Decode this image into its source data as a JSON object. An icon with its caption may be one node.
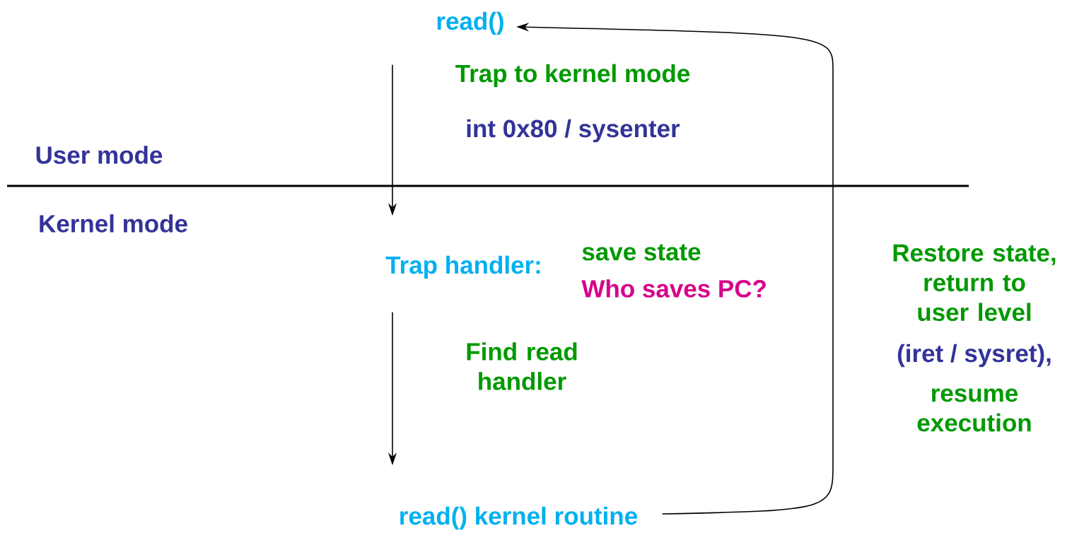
{
  "diagram": {
    "nodes": [
      {
        "text": [
          "read()"
        ]
      },
      {
        "text": [
          "Trap handler:"
        ],
        "beside": [
          "save state",
          "Who saves PC?"
        ]
      },
      {
        "text": [
          "read() kernel routine"
        ]
      }
    ],
    "edges": [
      {
        "from": 0,
        "to": 1,
        "arrow": "to",
        "label": "Trap to kernel mode"
      },
      {
        "from": 1,
        "to": 2,
        "arrow": "to",
        "label": "Find read handler"
      },
      {
        "from": 2,
        "to": 0,
        "arrow": "to",
        "label": "Restore state, return to user level"
      }
    ],
    "labels": [
      "int 0x80 / sysenter",
      "User mode",
      "Kernel mode",
      "(iret / sysret),",
      "resume execution"
    ]
  }
}
